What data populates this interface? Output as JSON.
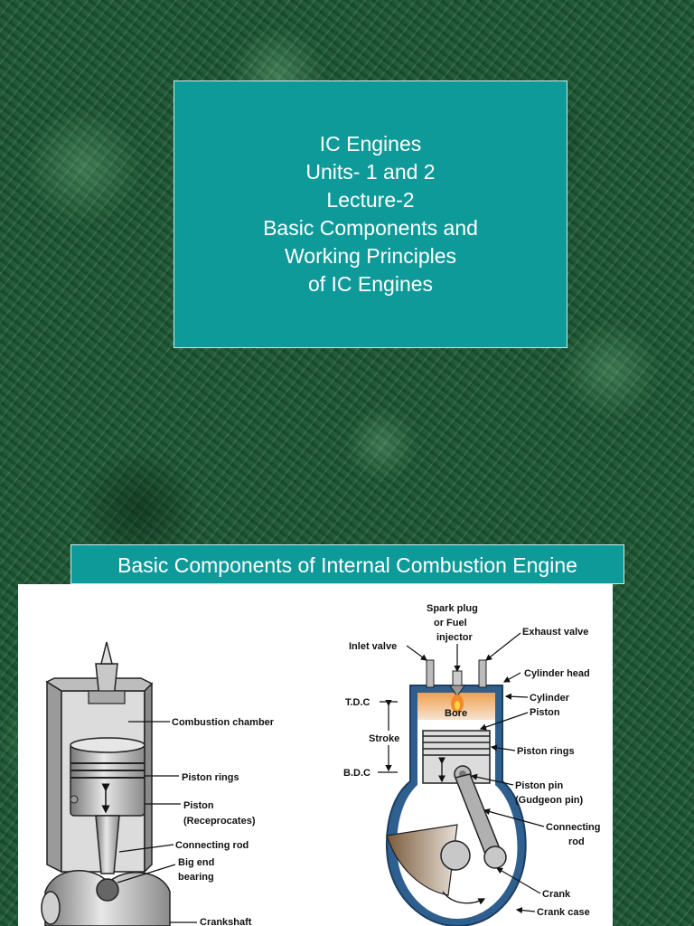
{
  "title_card": {
    "lines": [
      "IC Engines",
      "Units- 1 and 2",
      "Lecture-2",
      "Basic Components and",
      "Working Principles",
      "of IC Engines"
    ]
  },
  "section_banner": {
    "title": "Basic Components of Internal Combustion Engine"
  },
  "left_diagram": {
    "labels": {
      "combustion_chamber": "Combustion chamber",
      "piston_rings": "Piston rings",
      "piston": "Piston",
      "piston_note": "(Receprocates)",
      "connecting_rod": "Connecting rod",
      "big_end": "Big end",
      "bearing": "bearing",
      "crankshaft": "Crankshaft"
    }
  },
  "right_diagram": {
    "labels": {
      "spark_plug_1": "Spark plug",
      "spark_plug_2": "or Fuel",
      "spark_plug_3": "injector",
      "inlet_valve": "Inlet valve",
      "exhaust_valve": "Exhaust valve",
      "cylinder_head": "Cylinder head",
      "tdc": "T.D.C",
      "cylinder": "Cylinder",
      "bore": "Bore",
      "piston": "Piston",
      "stroke": "Stroke",
      "piston_rings": "Piston rings",
      "bdc": "B.D.C",
      "piston_pin": "Piston pin",
      "gudgeon_pin": "(Gudgeon pin)",
      "connecting": "Connecting",
      "rod": "rod",
      "crank": "Crank",
      "crank_case": "Crank case"
    }
  },
  "colors": {
    "teal": "#0f9a9a",
    "engine_blue": "#2e5f8f",
    "flame": "#f08a2a"
  }
}
